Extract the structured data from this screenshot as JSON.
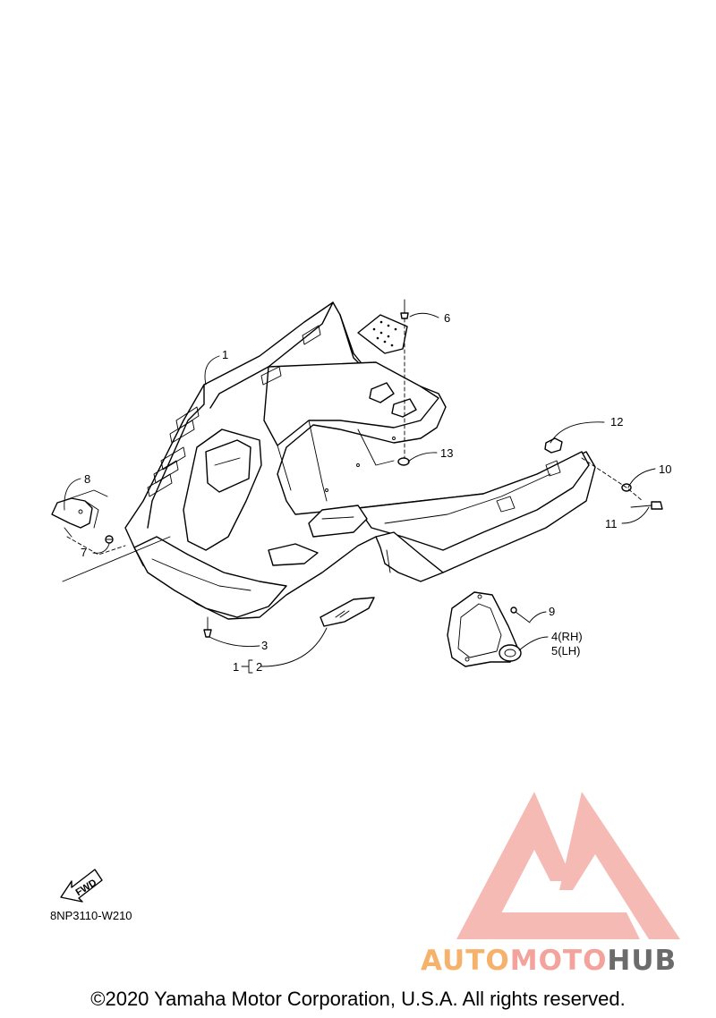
{
  "callouts": {
    "c1_top": "1",
    "c6": "6",
    "c12": "12",
    "c13": "13",
    "c8": "8",
    "c10": "10",
    "c7": "7",
    "c11": "11",
    "c9": "9",
    "c4": "4(RH)",
    "c5": "5(LH)",
    "c3": "3",
    "c1_bottom": "1",
    "c2": "2"
  },
  "fwd_label": "FWD",
  "diagram_code": "8NP3110-W210",
  "watermark": {
    "part1": "AUTO",
    "part2": "MOTO",
    "part3": "HUB",
    "color1": "#f6b26b",
    "color2": "#f4a39c",
    "color3": "#6b6b6b",
    "logo_color": "#f4a39c"
  },
  "copyright": "©2020 Yamaha Motor Corporation, U.S.A. All rights reserved."
}
